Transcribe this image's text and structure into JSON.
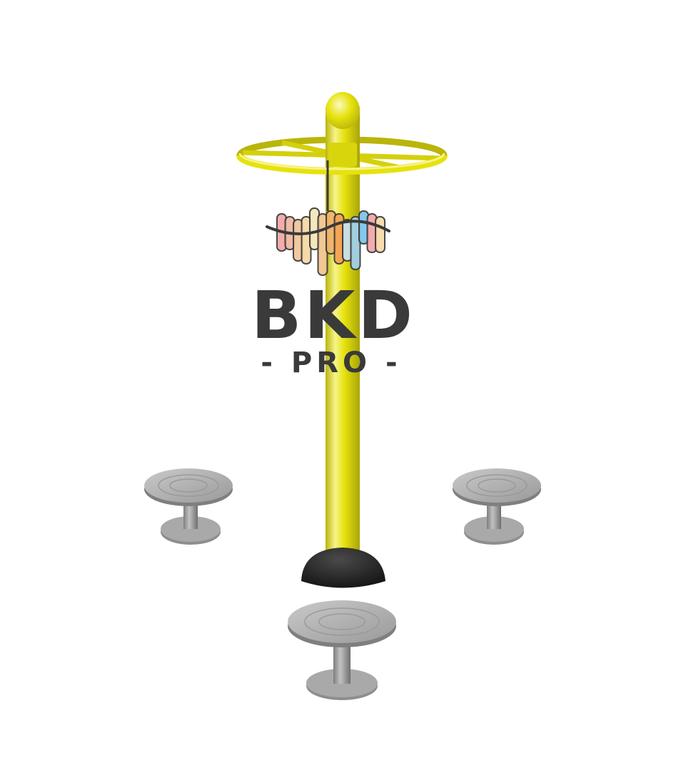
{
  "image": {
    "subject": "outdoor-fitness-rotating-waist-twister-with-three-stools",
    "background_color": "#ffffff"
  },
  "colors": {
    "pole_yellow": "#e6e20e",
    "pole_highlight": "#f6f48a",
    "pole_shadow": "#b9b50a",
    "base_black": "#1e1e1e",
    "stool_gray": "#a6a6a6",
    "stool_dark": "#7d7d7d",
    "stool_light": "#c9c9c9",
    "watermark_text": "#3a3a3a"
  },
  "watermark": {
    "brand": "BKD",
    "sub": "- PRO -",
    "icon": "wind-chime-logo-icon",
    "chime_colors": [
      "#f2a6a6",
      "#f0b7a0",
      "#f3c49a",
      "#f6d7a4",
      "#f5e6b8",
      "#f0c48a",
      "#f4b36a",
      "#f5a052",
      "#c9e0f3",
      "#9fd1ef",
      "#7cc3ec",
      "#f2a6a6",
      "#f7d9a6"
    ]
  }
}
